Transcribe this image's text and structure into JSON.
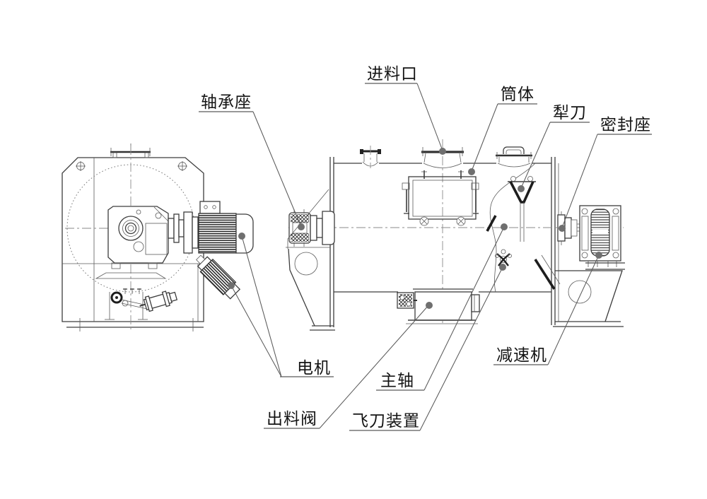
{
  "diagram": {
    "background": "#ffffff",
    "line_color": "#3d3d3d",
    "leader_color": "#5a5a5a",
    "dot_color": "#6f6f6f",
    "text_color": "#141414",
    "labels": {
      "bearing_seat": "轴承座",
      "feed_inlet": "进料口",
      "cylinder_body": "筒体",
      "plough_blade": "犁刀",
      "seal_seat": "密封座",
      "motor": "电机",
      "main_shaft": "主轴",
      "discharge_valve": "出料阀",
      "flying_knife_device": "飞刀装置",
      "reducer": "减速机"
    }
  }
}
